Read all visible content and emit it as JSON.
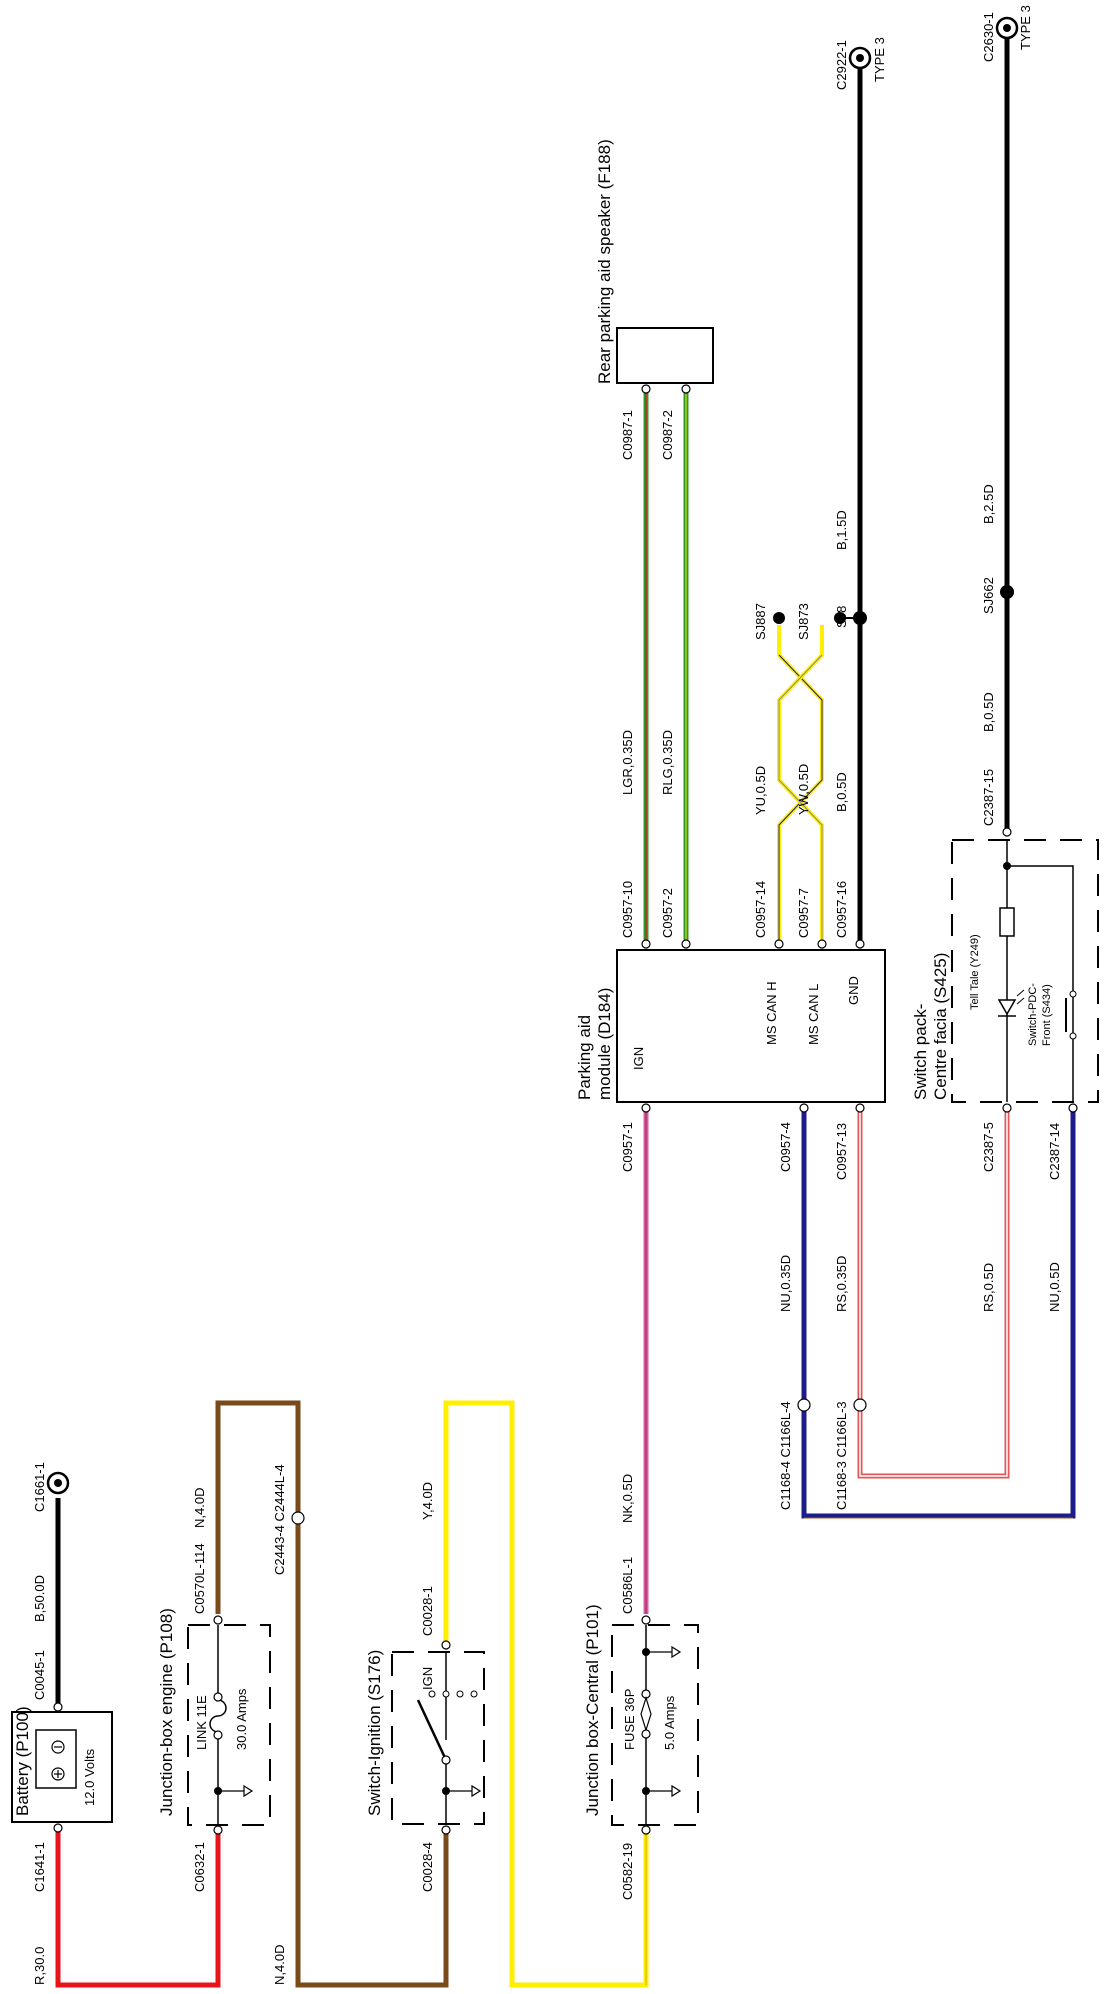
{
  "components": {
    "battery": {
      "title": "Battery (P100)",
      "rating": "12.0 Volts"
    },
    "jb_engine": {
      "title": "Junction-box engine (P108)",
      "link": "LINK 11E",
      "rating": "30.0 Amps"
    },
    "switch_ign": {
      "title": "Switch-Ignition (S176)",
      "pos": "IGN"
    },
    "jb_central": {
      "title": "Junction box-Central (P101)",
      "fuse": "FUSE 36P",
      "rating": "5.0 Amps"
    },
    "pam": {
      "title1": "Parking aid",
      "title2": "module (D184)",
      "ign": "IGN",
      "mscanh": "MS CAN H",
      "mscanl": "MS CAN L",
      "gnd": "GND"
    },
    "speaker": {
      "title": "Rear parking aid speaker (F188)"
    },
    "switch_pack": {
      "title1": "Switch pack-",
      "title2": "Centre facia (S425)",
      "telltale": "Tell Tale (Y249)",
      "sw1": "Switch-PDC-",
      "sw2": "Front (S434)"
    }
  },
  "connectors": {
    "c1641_1": "C1641-1",
    "c0045_1": "C0045-1",
    "c1661_1": "C1661-1",
    "c0632_1": "C0632-1",
    "c0570l_114": "C0570L-114",
    "c2443_4": "C2443-4 C2444L-4",
    "c0028_4": "C0028-4",
    "c0028_1": "C0028-1",
    "c0582_19": "C0582-19",
    "c0586l_1": "C0586L-1",
    "c0957_1": "C0957-1",
    "c0957_4": "C0957-4",
    "c0957_13": "C0957-13",
    "c0957_10": "C0957-10",
    "c0957_2": "C0957-2",
    "c0957_14": "C0957-14",
    "c0957_7": "C0957-7",
    "c0957_16": "C0957-16",
    "c0987_1": "C0987-1",
    "c0987_2": "C0987-2",
    "c1168_4": "C1168-4 C1166L-4",
    "c1168_3": "C1168-3 C1166L-3",
    "c2387_5": "C2387-5",
    "c2387_14": "C2387-14",
    "c2387_15": "C2387-15",
    "c2922_1": "C2922-1",
    "c2630_1": "C2630-1",
    "type3": "TYPE 3"
  },
  "splices": {
    "sj887": "SJ887",
    "sj873": "SJ873",
    "sj8": "SJ8",
    "sj662": "SJ662"
  },
  "wires": {
    "r30": "R,30.0",
    "b50": "B,50.0D",
    "n40a": "N,4.0D",
    "n40b": "N,4.0D",
    "y40": "Y,4.0D",
    "nk05": "NK,0.5D",
    "nu035": "NU,0.35D",
    "rs035": "RS,0.35D",
    "rs05": "RS,0.5D",
    "nu05": "NU,0.5D",
    "lgr035": "LGR,0.35D",
    "rlg035": "RLG,0.35D",
    "yu05": "YU,0.5D",
    "yw05": "YW,0.5D",
    "b05a": "B,0.5D",
    "b15": "B,1.5D",
    "b05b": "B,0.5D",
    "b25": "B,2.5D"
  },
  "colors": {
    "red": "#e8141c",
    "brown": "#7a4a18",
    "yellow": "#ffee00",
    "pink": "#e05aa0",
    "navy": "#1c1c8a",
    "green": "#2e9a2e",
    "black": "#000000"
  }
}
